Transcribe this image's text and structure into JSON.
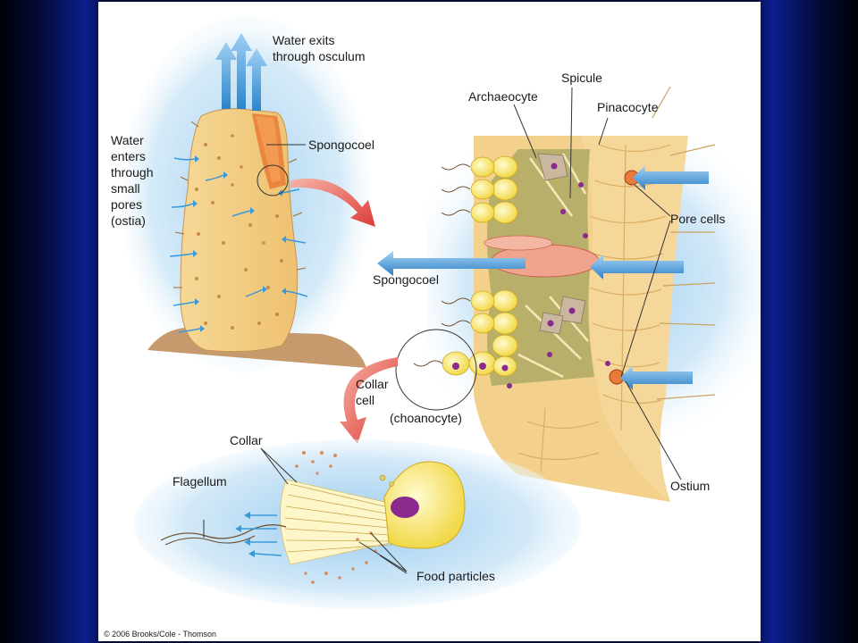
{
  "labels": {
    "water_exits_1": "Water exits",
    "water_exits_2": "through osculum",
    "water_enters_1": "Water",
    "water_enters_2": "enters",
    "water_enters_3": "through",
    "water_enters_4": "small",
    "water_enters_5": "pores",
    "water_enters_6": "(ostia)",
    "spongocoel_top": "Spongocoel",
    "spicule": "Spicule",
    "archaeocyte": "Archaeocyte",
    "pinacocyte": "Pinacocyte",
    "pore_cells": "Pore cells",
    "spongocoel_mid": "Spongocoel",
    "collar_cell_1": "Collar",
    "collar_cell_2": "cell",
    "choanocyte": "(choanocyte)",
    "ostium": "Ostium",
    "collar": "Collar",
    "flagellum": "Flagellum",
    "food_particles": "Food particles",
    "copyright": "© 2006 Brooks/Cole - Thomson"
  },
  "colors": {
    "sponge_body": "#f3cf87",
    "water_arrow": "#3a9ad9",
    "red_arrow": "#e04a4a",
    "collar_cell": "#f7ea6a",
    "nucleus": "#8a2a8f",
    "background_glow": "#bfe0f5"
  }
}
